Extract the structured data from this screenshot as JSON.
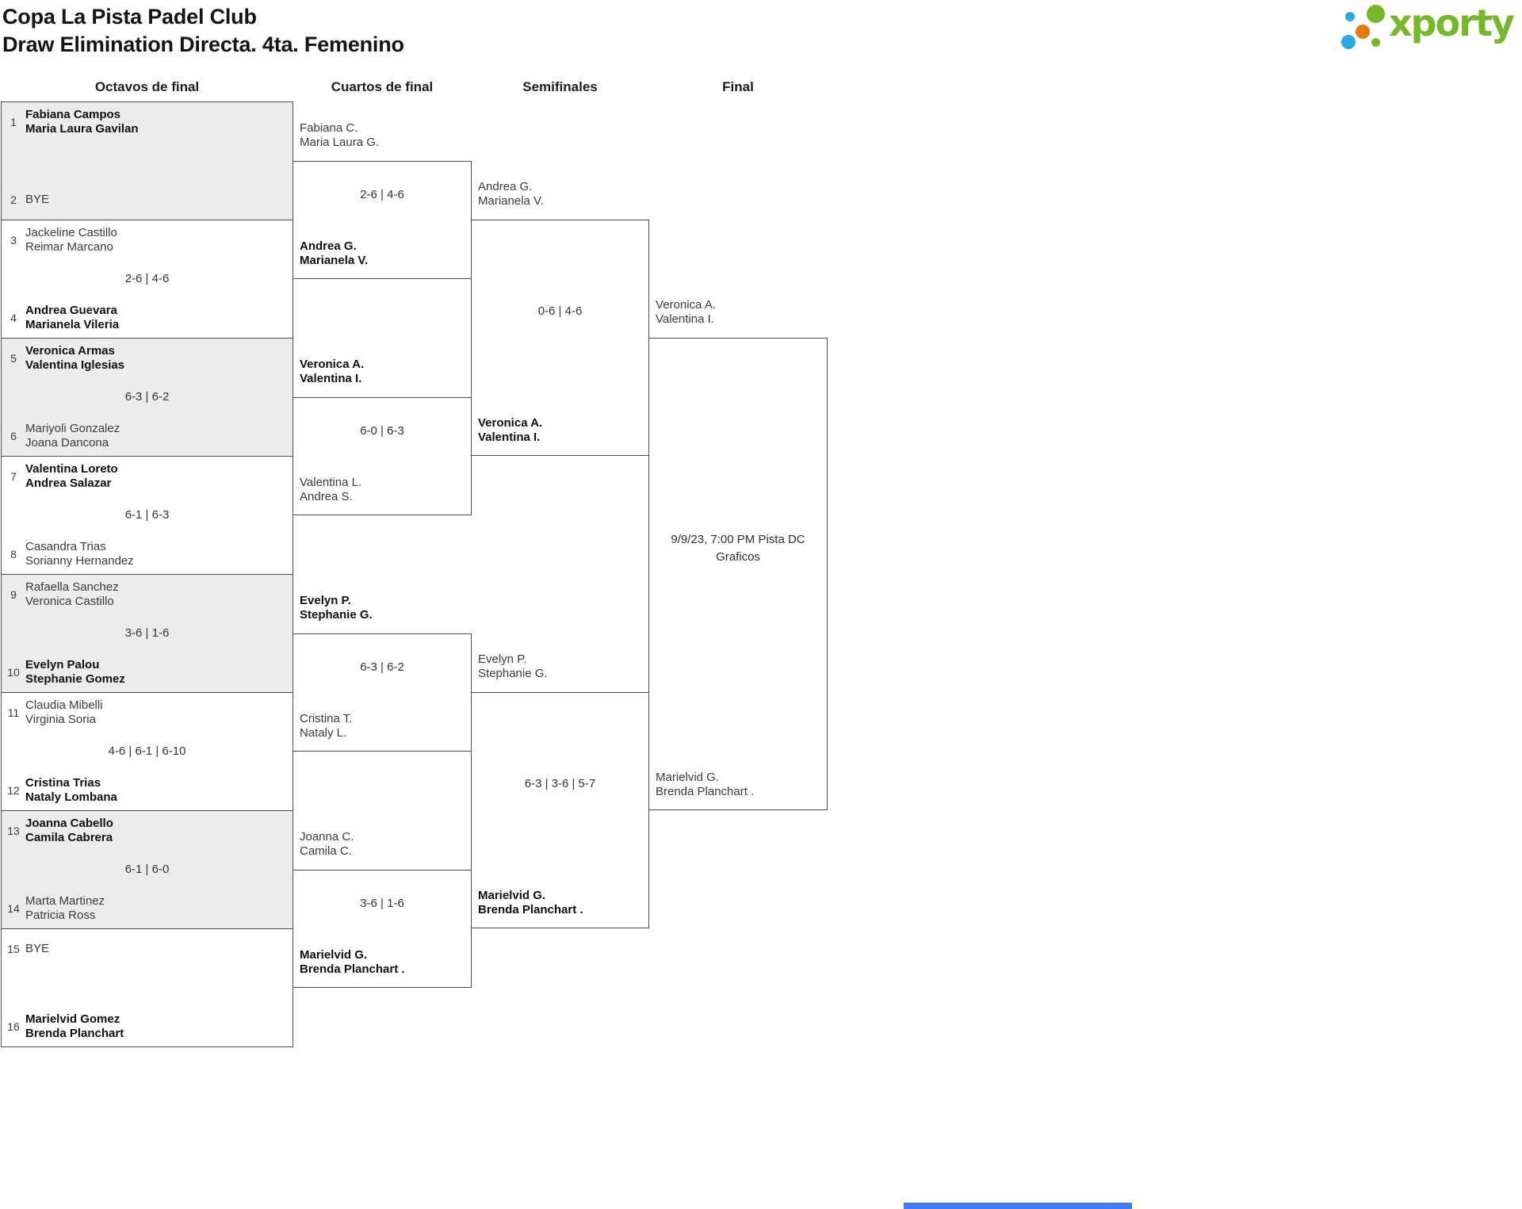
{
  "header": {
    "title_line1": "Copa La Pista Padel Club",
    "title_line2": "Draw Elimination Directa. 4ta. Femenino",
    "logo_text": "xporty"
  },
  "colors": {
    "logo_green": "#76b82a",
    "logo_blue": "#29abe2",
    "logo_orange": "#e87a12",
    "shaded_row": "#ececec",
    "border": "#4c4c4c",
    "bottom_bar_blue": "#3f7cf6"
  },
  "rounds": [
    "Octavos de final",
    "Cuartos de final",
    "Semifinales",
    "Final"
  ],
  "octavos": {
    "matches": [
      {
        "top": {
          "seed": "1",
          "lines": [
            "Fabiana Campos",
            "Maria Laura Gavilan"
          ]
        },
        "score": "",
        "bottom": {
          "seed": "2",
          "lines": [
            "BYE"
          ]
        }
      },
      {
        "top": {
          "seed": "3",
          "lines": [
            "Jackeline Castillo",
            "Reimar Marcano"
          ]
        },
        "score": "2-6 | 4-6",
        "bottom": {
          "seed": "4",
          "lines": [
            "Andrea Guevara",
            "Marianela Vileria"
          ]
        }
      },
      {
        "top": {
          "seed": "5",
          "lines": [
            "Veronica Armas",
            "Valentina Iglesias"
          ]
        },
        "score": "6-3 | 6-2",
        "bottom": {
          "seed": "6",
          "lines": [
            "Mariyoli Gonzalez",
            "Joana Dancona"
          ]
        }
      },
      {
        "top": {
          "seed": "7",
          "lines": [
            "Valentina Loreto",
            "Andrea Salazar"
          ]
        },
        "score": "6-1 | 6-3",
        "bottom": {
          "seed": "8",
          "lines": [
            "Casandra Trias",
            "Sorianny Hernandez"
          ]
        }
      },
      {
        "top": {
          "seed": "9",
          "lines": [
            "Rafaella Sanchez",
            "Veronica Castillo"
          ]
        },
        "score": "3-6 | 1-6",
        "bottom": {
          "seed": "10",
          "lines": [
            "Evelyn Palou",
            "Stephanie Gomez"
          ]
        }
      },
      {
        "top": {
          "seed": "11",
          "lines": [
            "Claudia Mibelli",
            "Virginia Soria"
          ]
        },
        "score": "4-6 | 6-1 | 6-10",
        "bottom": {
          "seed": "12",
          "lines": [
            "Cristina Trias",
            "Nataly Lombana"
          ]
        }
      },
      {
        "top": {
          "seed": "13",
          "lines": [
            "Joanna Cabello",
            "Camila Cabrera"
          ]
        },
        "score": "6-1 | 6-0",
        "bottom": {
          "seed": "14",
          "lines": [
            "Marta Martinez",
            "Patricia Ross"
          ]
        }
      },
      {
        "top": {
          "seed": "15",
          "lines": [
            "BYE"
          ]
        },
        "score": "",
        "bottom": {
          "seed": "16",
          "lines": [
            "Marielvid Gomez",
            "Brenda Planchart"
          ]
        }
      }
    ]
  },
  "cuartos": {
    "matches": [
      {
        "top": {
          "lines": [
            "Fabiana C.",
            "Maria Laura G."
          ]
        },
        "score": "2-6 | 4-6",
        "bottom": {
          "lines": [
            "Andrea G.",
            "Marianela V."
          ]
        }
      },
      {
        "top": {
          "lines": [
            "Veronica A.",
            "Valentina I."
          ]
        },
        "score": "6-0 | 6-3",
        "bottom": {
          "lines": [
            "Valentina L.",
            "Andrea S."
          ]
        }
      },
      {
        "top": {
          "lines": [
            "Evelyn P.",
            "Stephanie G."
          ]
        },
        "score": "6-3 | 6-2",
        "bottom": {
          "lines": [
            "Cristina T.",
            "Nataly L."
          ]
        }
      },
      {
        "top": {
          "lines": [
            "Joanna C.",
            "Camila C."
          ]
        },
        "score": "3-6 | 1-6",
        "bottom": {
          "lines": [
            "Marielvid G.",
            "Brenda Planchart ."
          ]
        }
      }
    ]
  },
  "semis": {
    "matches": [
      {
        "top": {
          "lines": [
            "Andrea G.",
            "Marianela V."
          ]
        },
        "score": "0-6 | 4-6",
        "bottom": {
          "lines": [
            "Veronica A.",
            "Valentina I."
          ]
        }
      },
      {
        "top": {
          "lines": [
            "Evelyn P.",
            "Stephanie G."
          ]
        },
        "score": "6-3 | 3-6 | 5-7",
        "bottom": {
          "lines": [
            "Marielvid G.",
            "Brenda Planchart ."
          ]
        }
      }
    ]
  },
  "final": {
    "top": {
      "lines": [
        "Veronica A.",
        "Valentina I."
      ]
    },
    "info": [
      "9/9/23, 7:00 PM Pista DC",
      "Graficos"
    ],
    "bottom": {
      "lines": [
        "Marielvid G.",
        "Brenda Planchart ."
      ]
    }
  }
}
